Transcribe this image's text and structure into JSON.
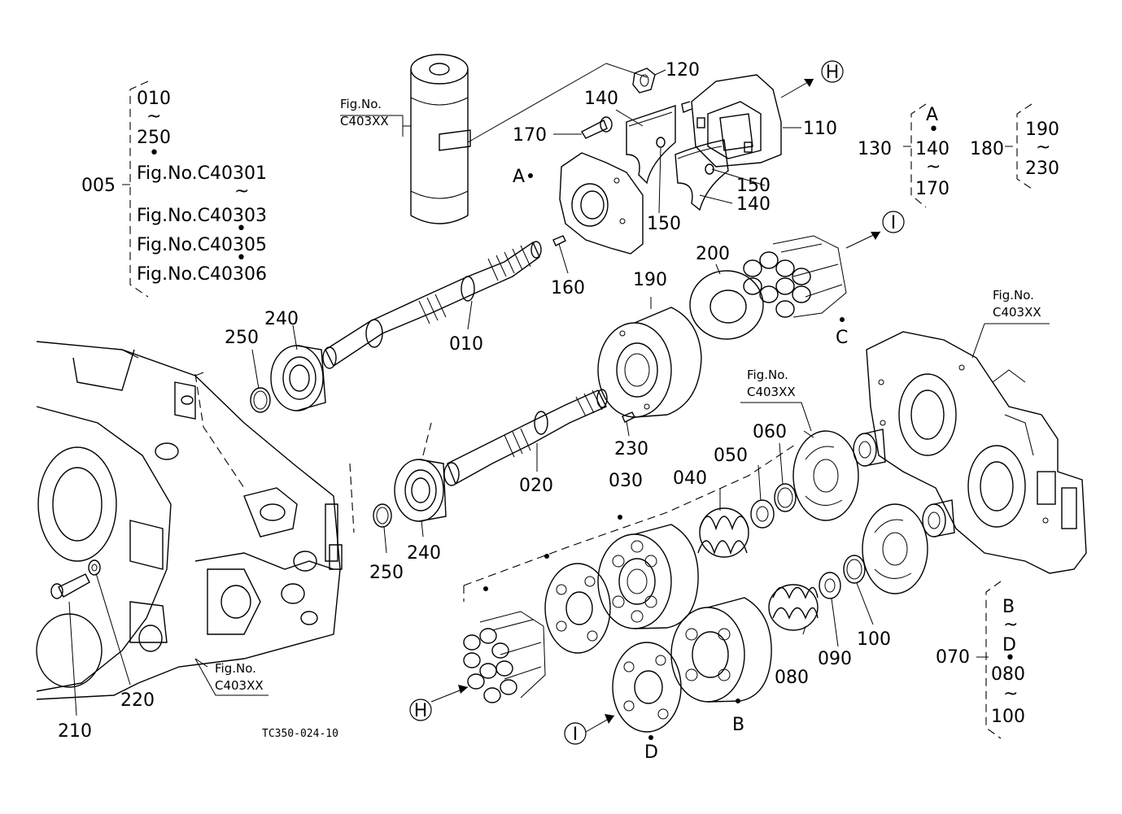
{
  "part_numbers": {
    "p005": "005",
    "p010": "010",
    "p020": "020",
    "p030": "030",
    "p040": "040",
    "p050": "050",
    "p060": "060",
    "p070": "070",
    "p080": "080",
    "p090": "090",
    "p100": "100",
    "p110": "110",
    "p120": "120",
    "p130": "130",
    "p140a": "140",
    "p140b": "140",
    "p150a": "150",
    "p150b": "150",
    "p160": "160",
    "p170": "170",
    "p180": "180",
    "p190": "190",
    "p200": "200",
    "p210": "210",
    "p220": "220",
    "p230": "230",
    "p240a": "240",
    "p240b": "240",
    "p250a": "250",
    "p250b": "250"
  },
  "callouts": {
    "H": "H",
    "I": "I",
    "A": "A",
    "B": "B",
    "C": "C",
    "D": "D"
  },
  "fig_refs": {
    "fig_no": "Fig.No.",
    "ext": "C403XX"
  },
  "group_005": {
    "l1": "010",
    "t1": "~",
    "l2": "250",
    "d1": "•",
    "l3": "Fig.No.C40301",
    "t2": "~",
    "l4": "Fig.No.C40303",
    "d2": "•",
    "l5": "Fig.No.C40305",
    "d3": "•",
    "l6": "Fig.No.C40306"
  },
  "group_130": {
    "l1": "A",
    "d1": "•",
    "l2": "140",
    "t1": "~",
    "l3": "170"
  },
  "group_180": {
    "l1": "190",
    "t1": "~",
    "l2": "230"
  },
  "group_070": {
    "l1": "B",
    "t1": "~",
    "l2": "D",
    "d1": "•",
    "l3": "080",
    "t2": "~",
    "l4": "100"
  },
  "drawing_ref": "TC350-024-10",
  "colors": {
    "line": "#000000",
    "background": "#ffffff"
  }
}
